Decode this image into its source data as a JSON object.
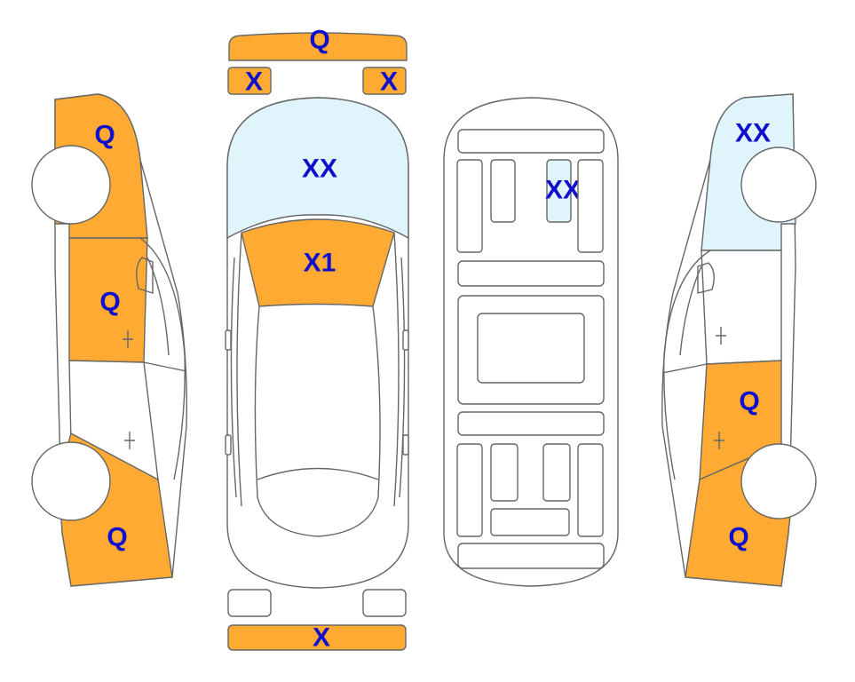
{
  "colors": {
    "panel_outline": "#666666",
    "stripped_panel": "#FFAA33",
    "glass_panel": "#DFF4FB",
    "unmarked_panel": "#FFFFFF",
    "label_text": "#1010CC"
  },
  "front_bumper": {
    "label": "Q"
  },
  "left_headlight": {
    "label": "X"
  },
  "right_headlight": {
    "label": "X"
  },
  "windshield": {
    "label": "XX"
  },
  "hood": {
    "label": "X1"
  },
  "rear_bumper": {
    "label": "X"
  },
  "interior_seat": {
    "label": "XX"
  },
  "left_side": {
    "front_fender": {
      "label": "Q"
    },
    "front_door": {
      "label": "Q"
    },
    "rear_quarter": {
      "label": "Q"
    }
  },
  "right_side": {
    "front_window": {
      "label": "XX"
    },
    "rear_door": {
      "label": "Q"
    },
    "rear_quarter": {
      "label": "Q"
    }
  }
}
